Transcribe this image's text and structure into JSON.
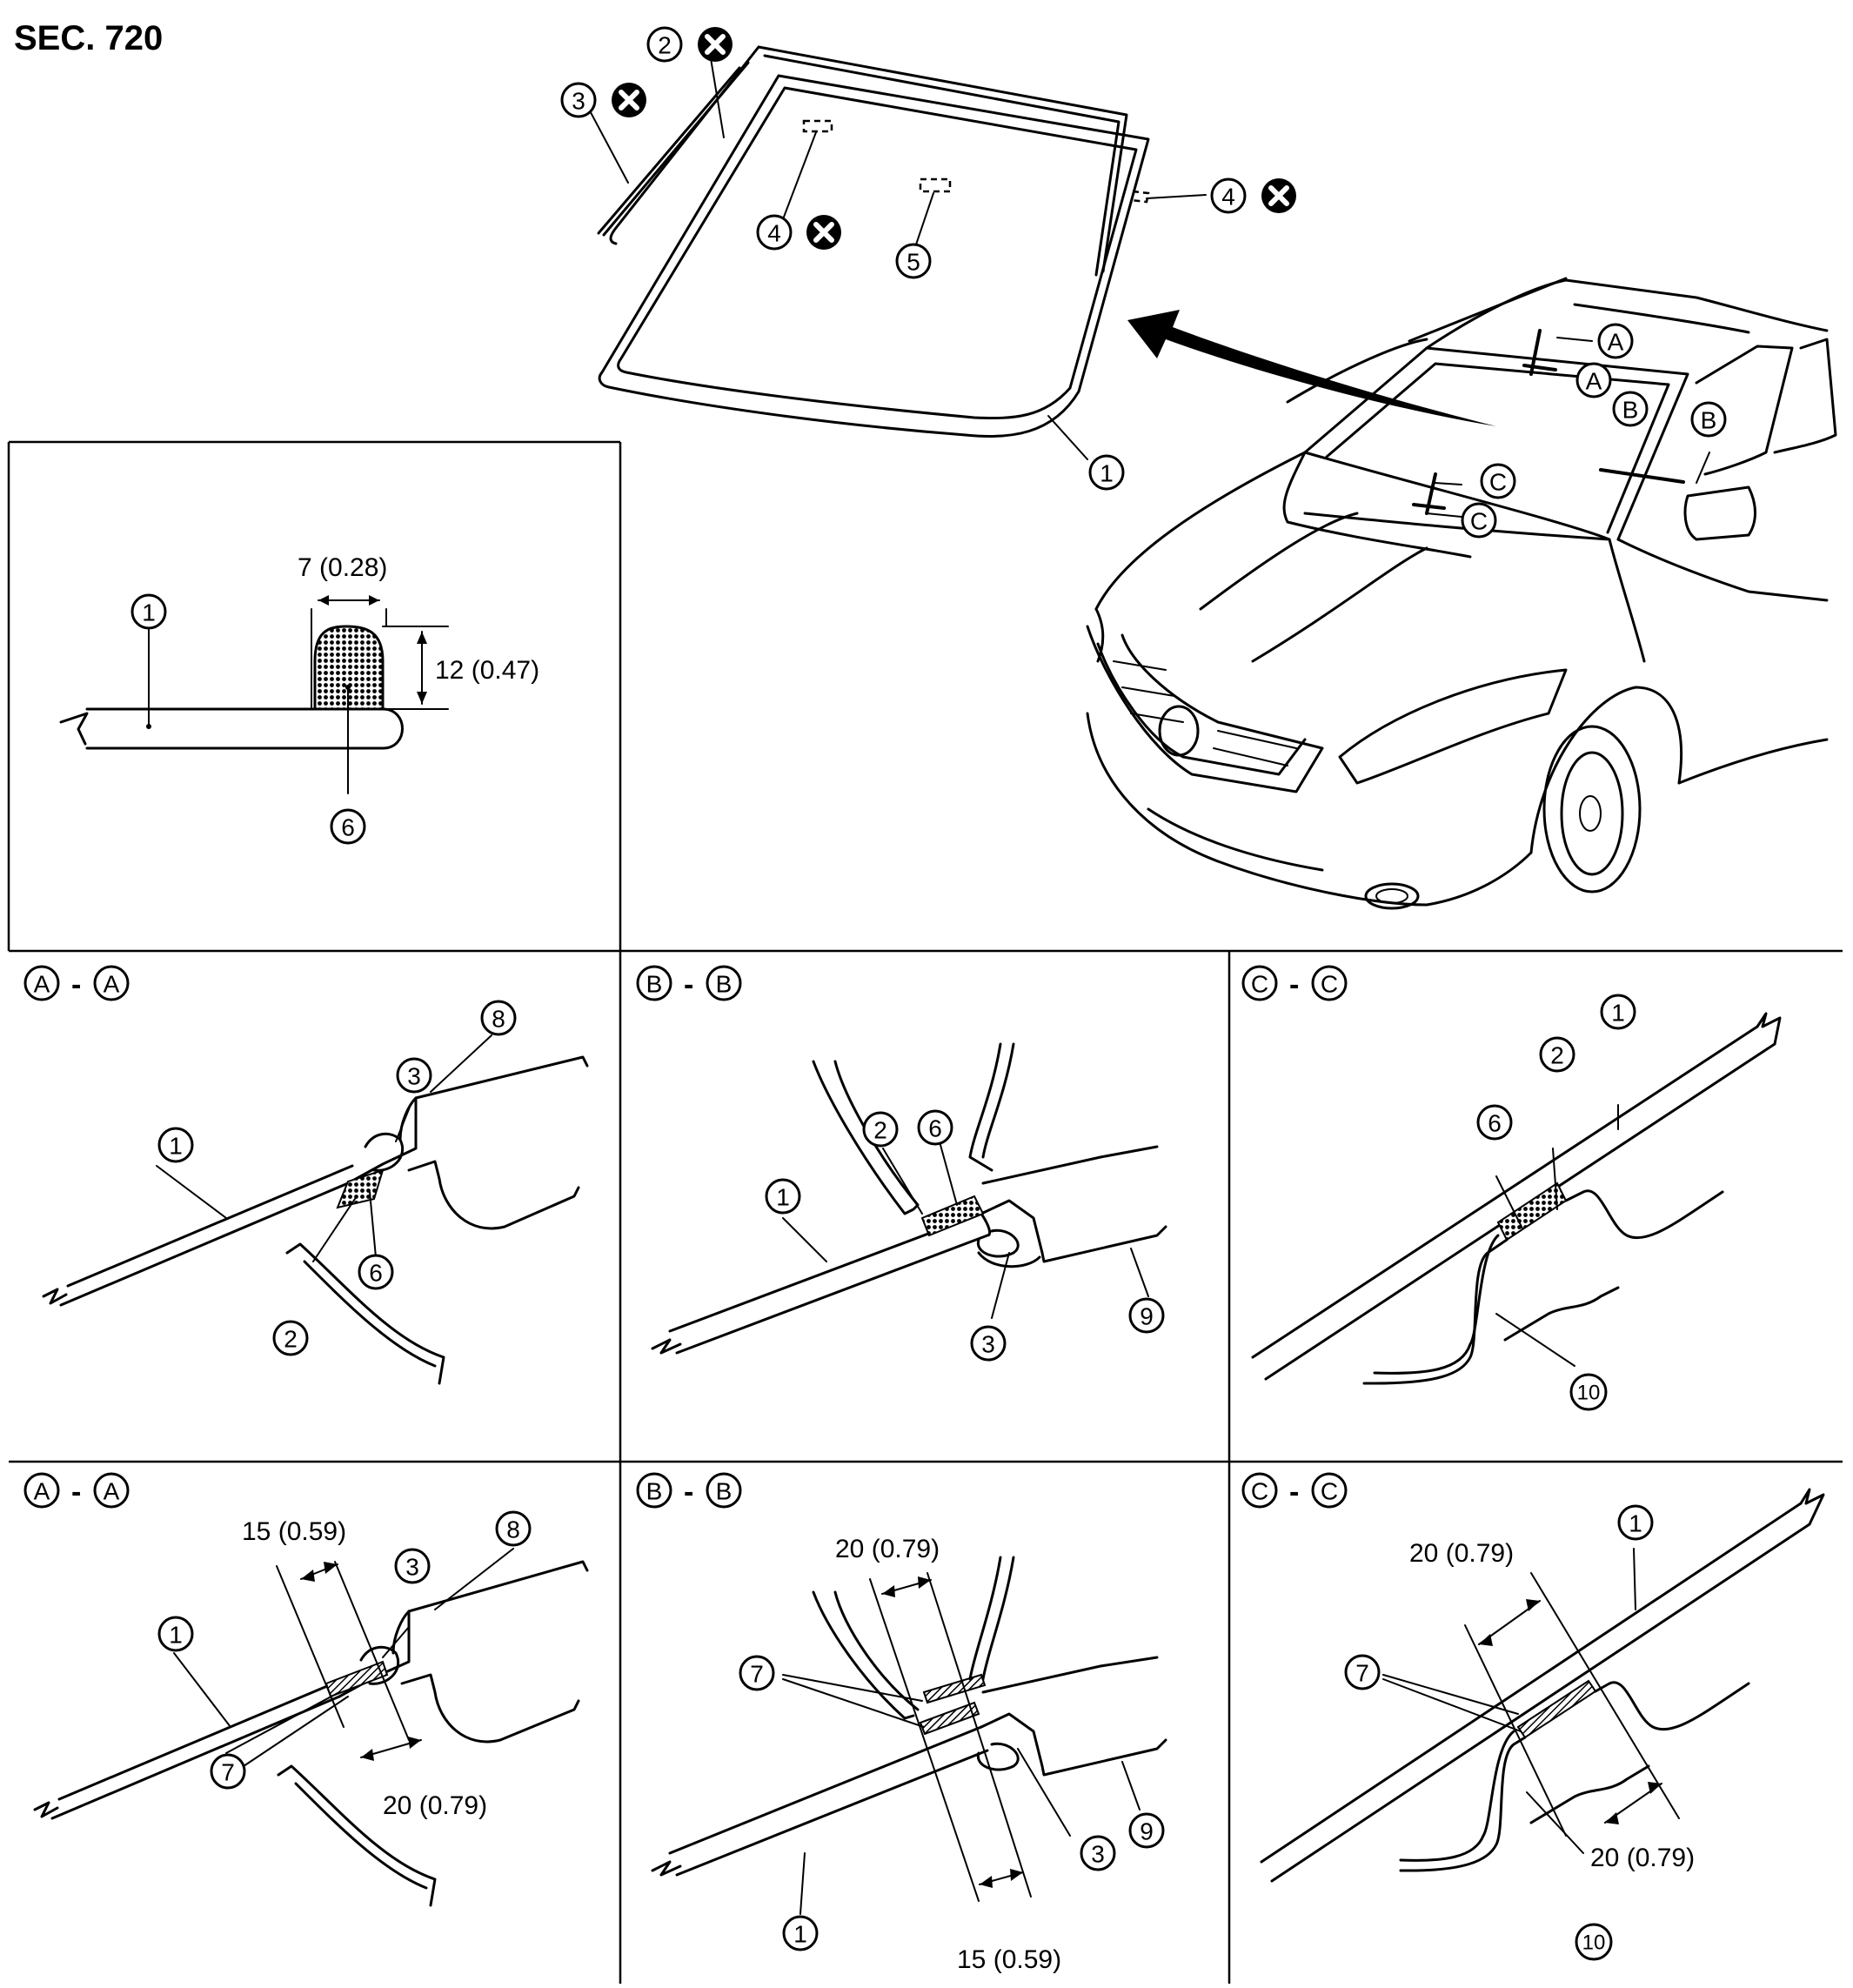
{
  "header": {
    "section": "SEC. 720"
  },
  "dimensions": {
    "dam_width": "7 (0.28)",
    "dam_height": "12 (0.47)",
    "aa_primer_top": "15 (0.59)",
    "aa_primer_bottom": "20 (0.79)",
    "bb_primer_top": "20 (0.79)",
    "bb_primer_bottom": "15 (0.59)",
    "cc_primer_top": "20 (0.79)",
    "cc_primer_bottom": "20 (0.79)"
  },
  "section_markers": {
    "a": "A",
    "b": "B",
    "c": "C",
    "separator": "-"
  },
  "callouts": {
    "n1": "1",
    "n2": "2",
    "n3": "3",
    "n4": "4",
    "n5": "5",
    "n6": "6",
    "n7": "7",
    "n8": "8",
    "n9": "9",
    "n10": "10"
  },
  "icons": {
    "not_reusable": "x-circle-icon",
    "arrow": "arrow-icon"
  }
}
